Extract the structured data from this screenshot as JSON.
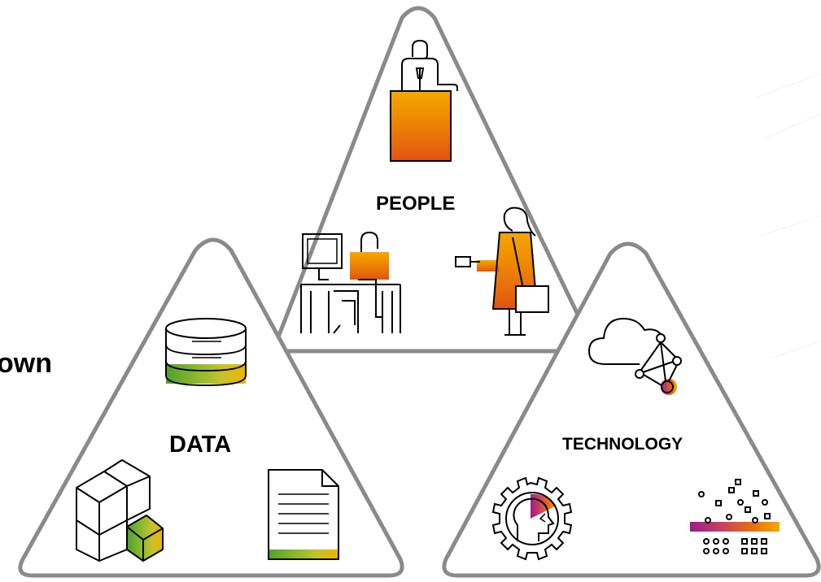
{
  "side_text": "own",
  "triangles": {
    "people": {
      "label": "PEOPLE"
    },
    "data": {
      "label": "DATA"
    },
    "technology": {
      "label": "TECHNOLOGY"
    }
  },
  "colors": {
    "outline": "#8a8a8a",
    "orange_gradient": [
      "#f5a700",
      "#ef8d00",
      "#e8700c",
      "#e0530d"
    ],
    "data_gradient": [
      "#4fa12e",
      "#8db92e",
      "#c6c22c",
      "#f0b400"
    ],
    "tech_gradient": [
      "#9b1c8a",
      "#c94060",
      "#e8700c",
      "#f5a700"
    ]
  },
  "icons": [
    "podium-speaker-icon",
    "desk-worker-icon",
    "businesswoman-icon",
    "database-icon",
    "cubes-icon",
    "document-icon",
    "cloud-network-icon",
    "gear-head-icon",
    "data-particles-icon"
  ]
}
